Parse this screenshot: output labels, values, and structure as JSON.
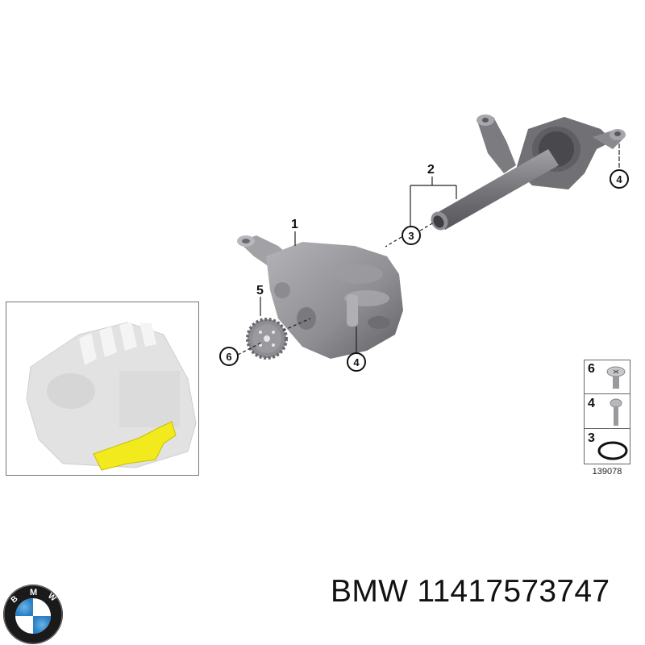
{
  "diagram": {
    "callouts": [
      {
        "id": "1",
        "label": "1"
      },
      {
        "id": "2",
        "label": "2"
      },
      {
        "id": "3a",
        "label": "3"
      },
      {
        "id": "4a",
        "label": "4"
      },
      {
        "id": "4b",
        "label": "4"
      },
      {
        "id": "5",
        "label": "5"
      },
      {
        "id": "6",
        "label": "6"
      }
    ],
    "parts": [
      {
        "name": "oil-pump",
        "callout": "1"
      },
      {
        "name": "suction-pipe",
        "callout": "2"
      },
      {
        "name": "o-ring",
        "callout": "3"
      },
      {
        "name": "hex-bolt",
        "callout": "4"
      },
      {
        "name": "sprocket",
        "callout": "5"
      },
      {
        "name": "screw",
        "callout": "6"
      }
    ]
  },
  "fastener_table": {
    "rows": [
      {
        "num": "6",
        "item": "screw"
      },
      {
        "num": "4",
        "item": "bolt"
      },
      {
        "num": "3",
        "item": "o-ring"
      }
    ],
    "reference": "139078"
  },
  "colors": {
    "part_gray": "#8a8a8d",
    "highlight_yellow": "#f2ea1d",
    "bmw_blue": "#3a8fd0"
  },
  "footer": {
    "brand": "BMW",
    "part_number_label": "BMW 11417573747",
    "logo_letters": [
      "B",
      "M",
      "W"
    ]
  }
}
